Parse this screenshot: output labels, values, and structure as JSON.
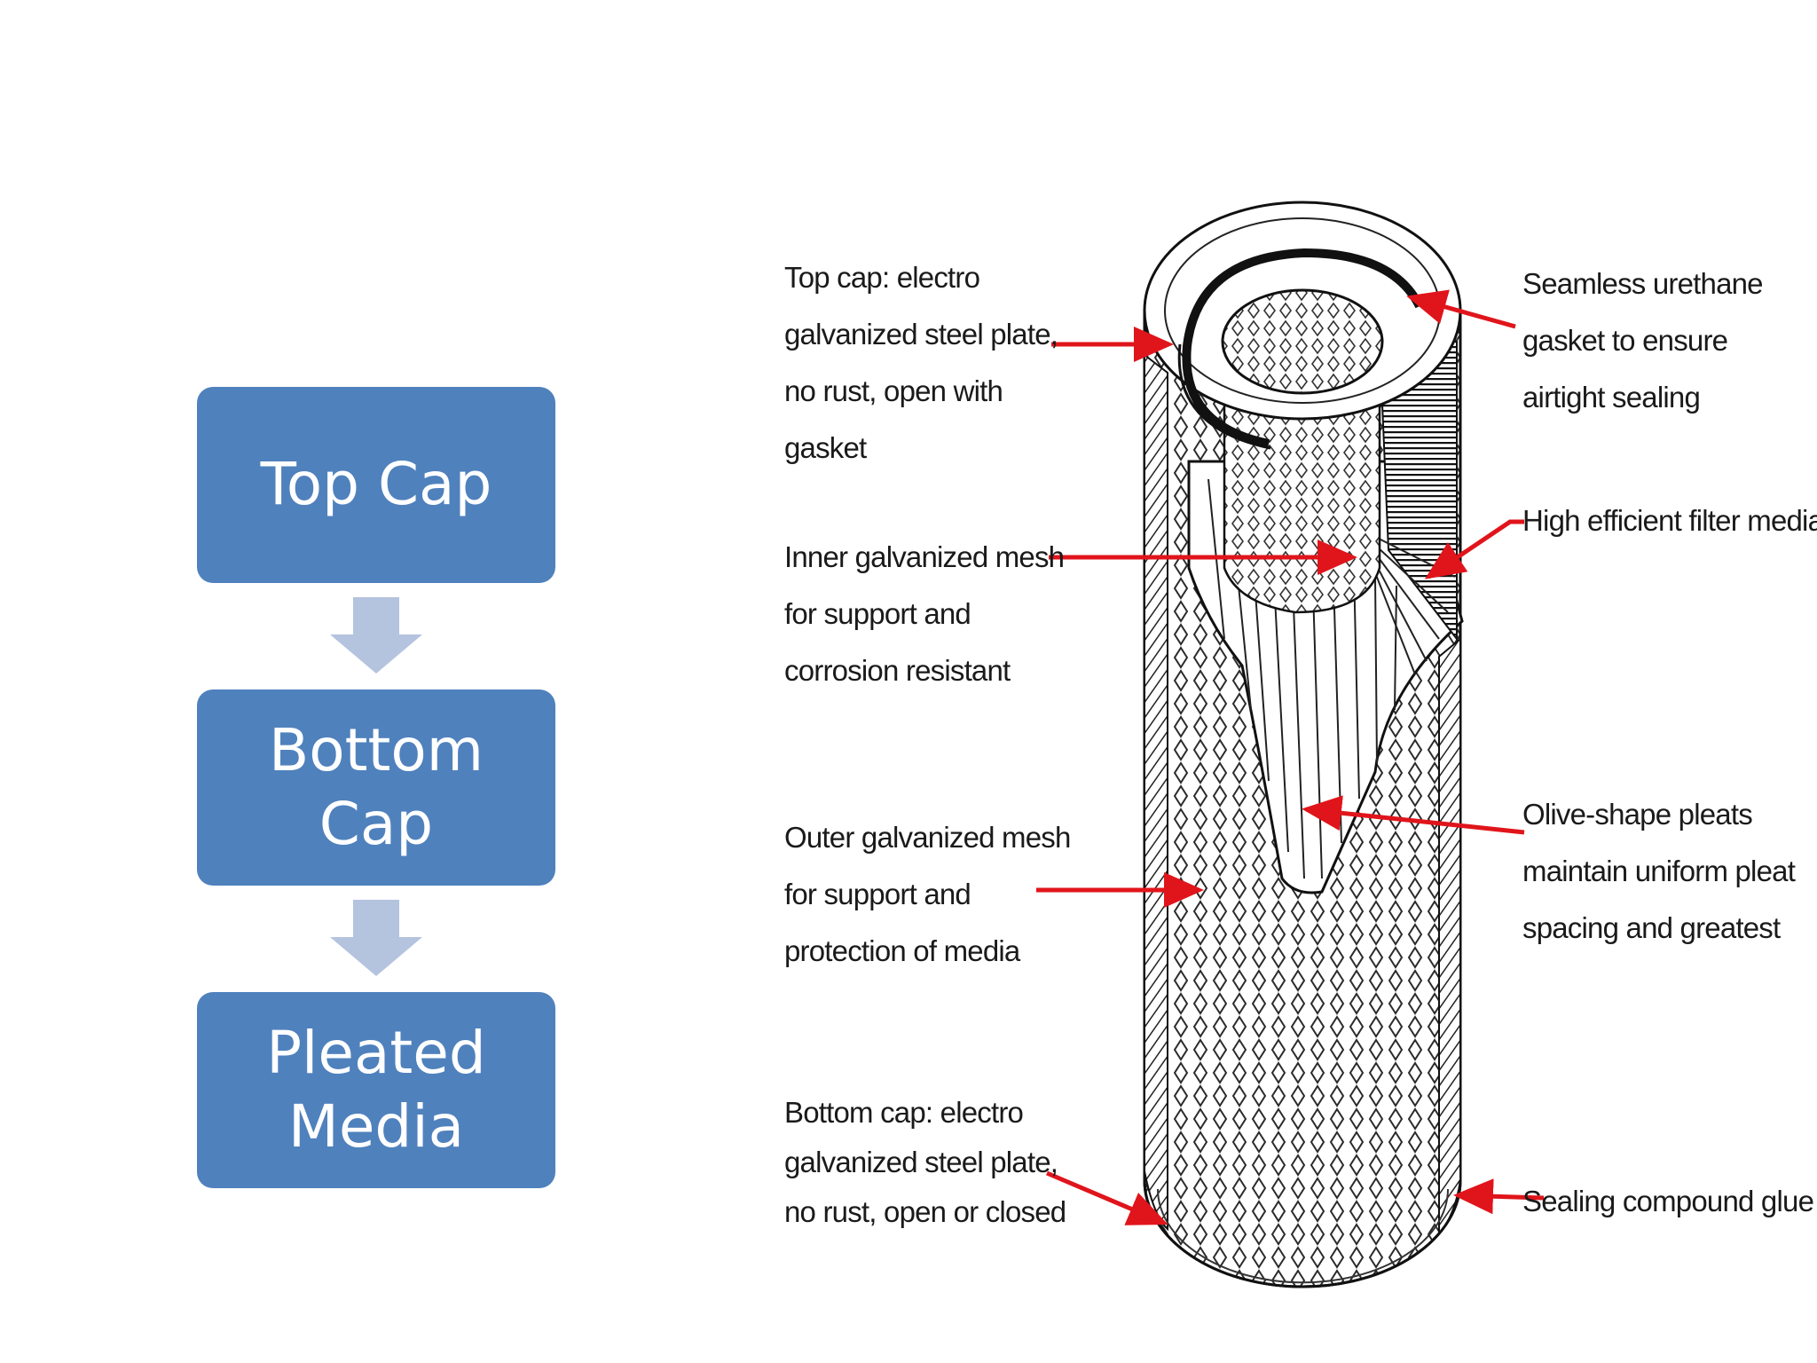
{
  "flowchart": {
    "steps": [
      "Top Cap",
      "Bottom Cap",
      "Pleated Media"
    ],
    "box_color": "#4f81bd",
    "arrow_color": "#b4c3de"
  },
  "diagram": {
    "arrow_color": "#e0151b",
    "callouts_left": [
      {
        "lines": [
          "Top cap: electro",
          "galvanized steel plate,",
          "no rust, open with",
          "gasket"
        ]
      },
      {
        "lines": [
          "Inner galvanized mesh",
          "for support and",
          "corrosion resistant"
        ]
      },
      {
        "lines": [
          "Outer galvanized mesh",
          "for support and",
          "protection of media"
        ]
      },
      {
        "lines": [
          "Bottom cap: electro",
          "galvanized steel plate,",
          "no rust, open or closed"
        ]
      }
    ],
    "callouts_right": [
      {
        "lines": [
          "Seamless urethane",
          "gasket to ensure",
          "airtight sealing"
        ]
      },
      {
        "lines": [
          "High efficient filter media"
        ]
      },
      {
        "lines": [
          "Olive-shape pleats",
          "maintain uniform pleat",
          "spacing and greatest"
        ]
      },
      {
        "lines": [
          "Sealing compound glue"
        ]
      }
    ]
  }
}
